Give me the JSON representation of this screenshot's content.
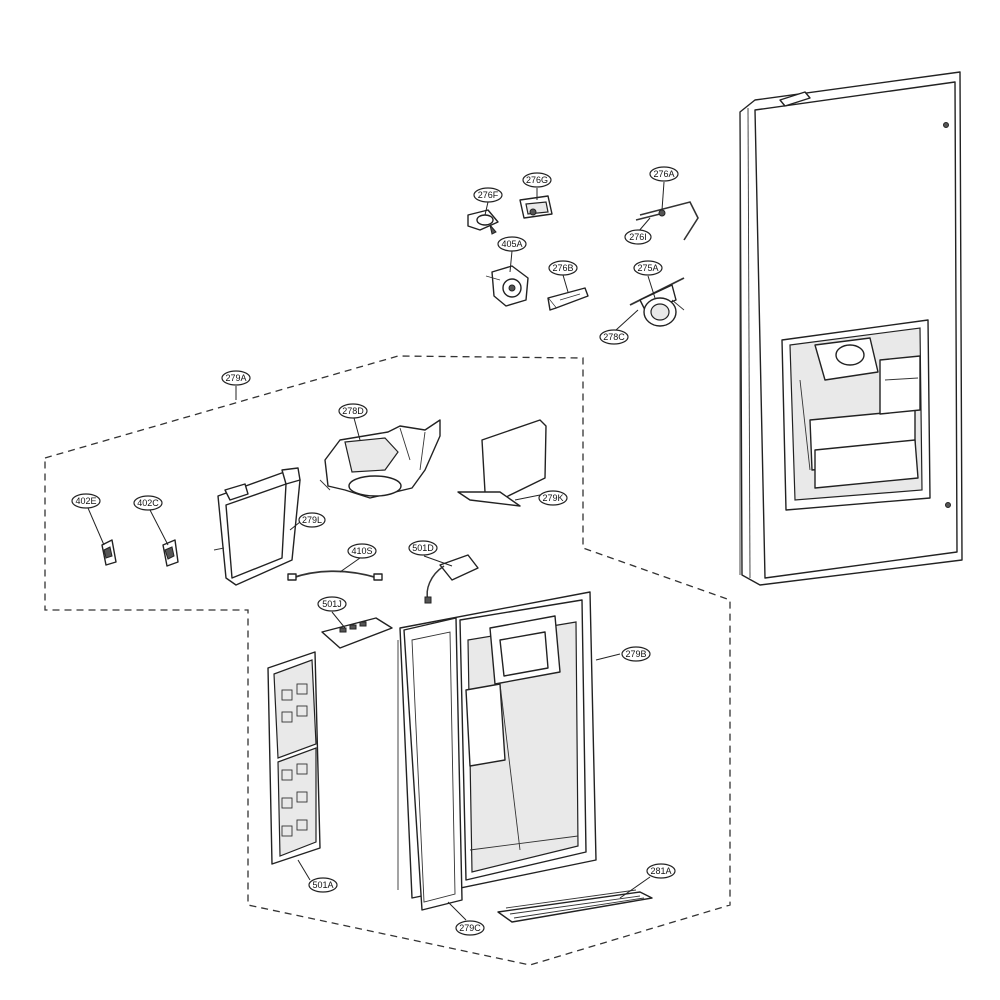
{
  "callouts": [
    {
      "id": "276F",
      "text": "276F"
    },
    {
      "id": "276G",
      "text": "276G"
    },
    {
      "id": "276A",
      "text": "276A"
    },
    {
      "id": "276I",
      "text": "276I"
    },
    {
      "id": "405A",
      "text": "405A"
    },
    {
      "id": "276B",
      "text": "276B"
    },
    {
      "id": "275A",
      "text": "275A"
    },
    {
      "id": "278C",
      "text": "278C"
    },
    {
      "id": "279A",
      "text": "279A"
    },
    {
      "id": "278D",
      "text": "278D"
    },
    {
      "id": "279K",
      "text": "279K"
    },
    {
      "id": "402E",
      "text": "402E"
    },
    {
      "id": "402C",
      "text": "402C"
    },
    {
      "id": "279L",
      "text": "279L"
    },
    {
      "id": "410S",
      "text": "410S"
    },
    {
      "id": "501D",
      "text": "501D"
    },
    {
      "id": "501J",
      "text": "501J"
    },
    {
      "id": "279B",
      "text": "279B"
    },
    {
      "id": "501A",
      "text": "501A"
    },
    {
      "id": "281A",
      "text": "281A"
    },
    {
      "id": "279C",
      "text": "279C"
    }
  ]
}
